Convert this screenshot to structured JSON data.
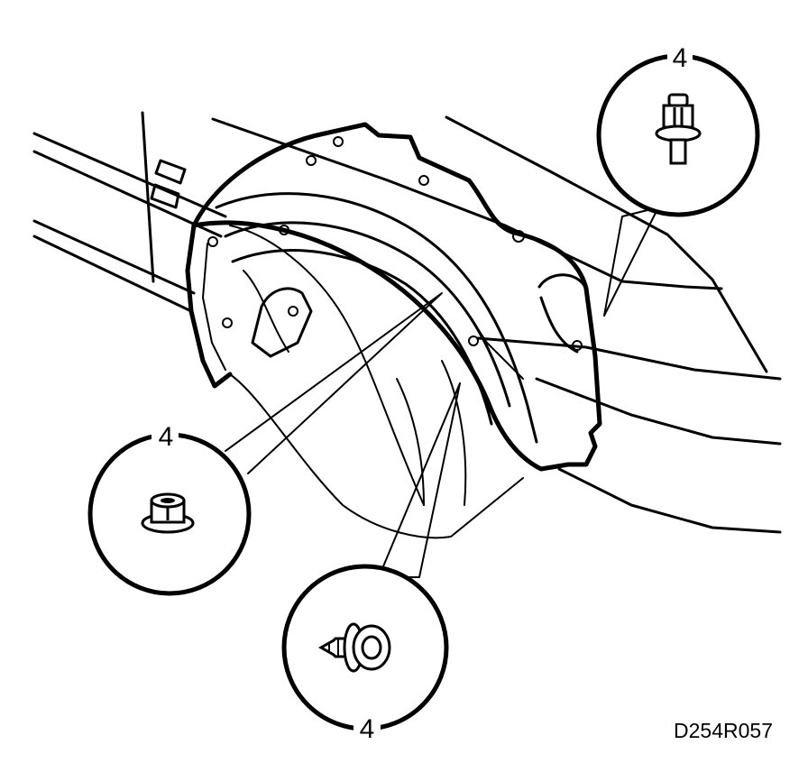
{
  "figure": {
    "callouts": [
      {
        "label": "4",
        "part": "stud-bolt-with-washer"
      },
      {
        "label": "4",
        "part": "flange-nut"
      },
      {
        "label": "4",
        "part": "push-clip-screw"
      }
    ],
    "figure_code": "D254R057"
  }
}
